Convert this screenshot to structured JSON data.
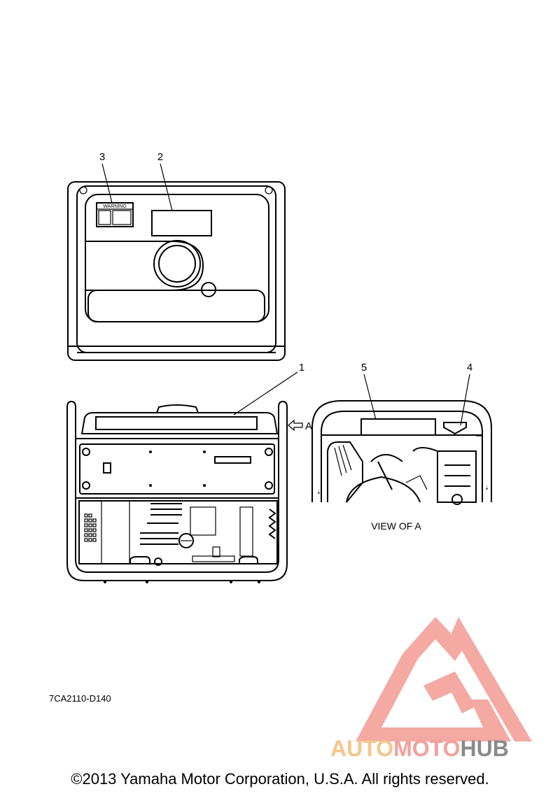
{
  "callouts": {
    "c1": "1",
    "c2": "2",
    "c3": "3",
    "c4": "4",
    "c5": "5"
  },
  "labels": {
    "warning": "WARNING",
    "view_arrow": "A",
    "view_title": "VIEW OF A"
  },
  "part_code": "7CA2110-D140",
  "copyright": "©2013 Yamaha Motor Corporation, U.S.A. All rights reserved.",
  "watermark": {
    "part1": "AUTO",
    "part2": "MOTO",
    "part3": "HUB",
    "colors": {
      "auto": "#f6c58a",
      "moto": "#f3a09a",
      "hub": "#8a8a8a",
      "logo": "#f3a09a"
    }
  }
}
